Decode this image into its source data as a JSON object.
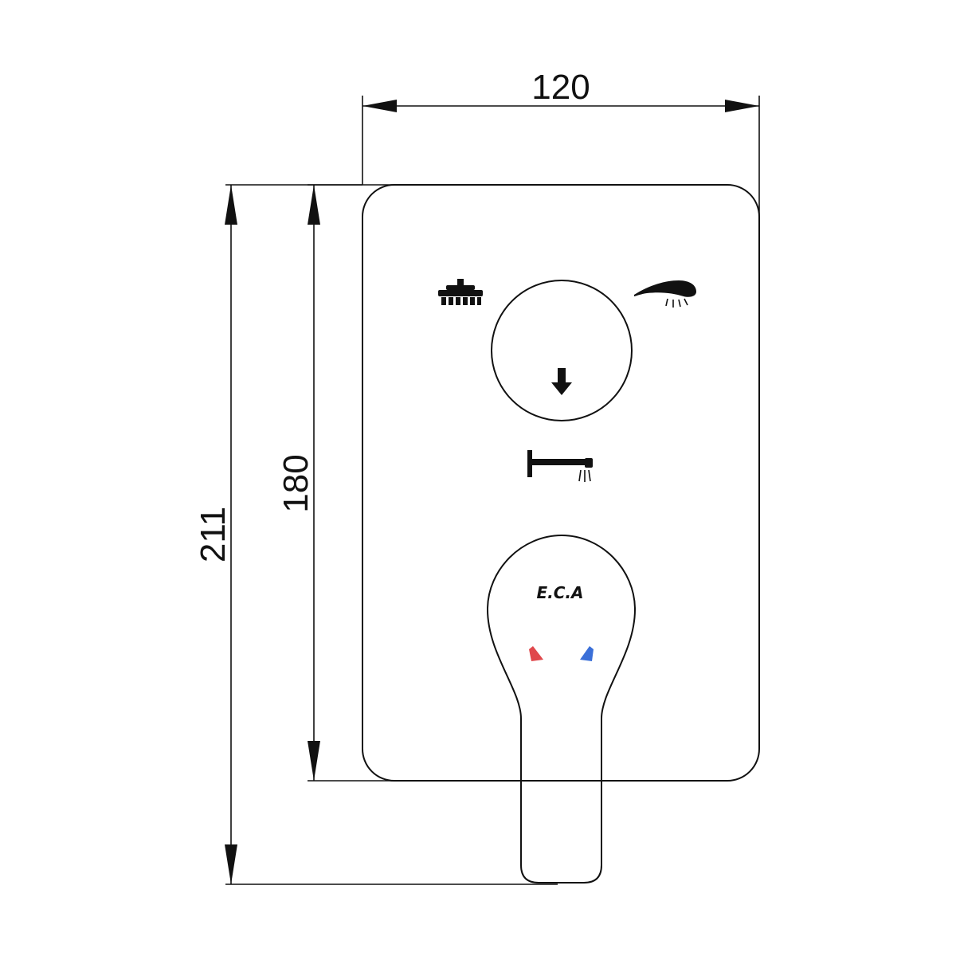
{
  "dimensions": {
    "width": "120",
    "plate_height": "180",
    "overall_height": "211"
  },
  "brand": {
    "logo_text": "E.C.A"
  },
  "indicators": {
    "hot_color": "#e0484c",
    "cold_color": "#3a6fd8"
  },
  "icons": {
    "top_left": "overhead-shower-icon",
    "top_right": "hand-shower-icon",
    "center": "down-arrow-icon",
    "bottom": "bath-spout-icon"
  }
}
